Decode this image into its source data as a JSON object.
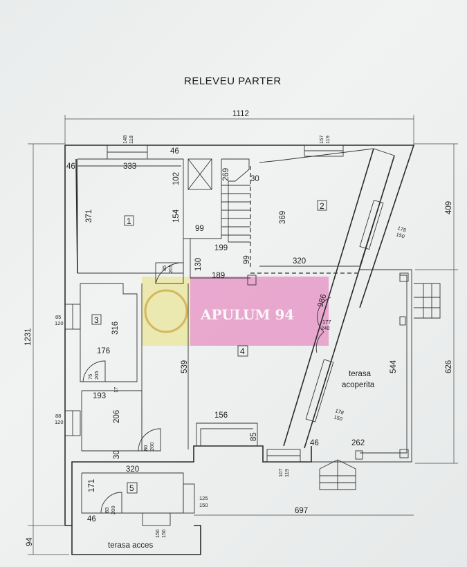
{
  "title": "RELEVEU PARTER",
  "watermark": "APULUM 94",
  "dimensions": {
    "overall_width": "1112",
    "overall_height": "1231",
    "right_top": "409",
    "right_bottom": "626",
    "bottom_94": "94",
    "r1_width": "333",
    "r1_height": "371",
    "r1_wall": "46",
    "r1_win_a": "148",
    "r1_win_b": "118",
    "stair_102": "102",
    "stair_154": "154",
    "stair_99": "99",
    "stair_269": "269",
    "stair_30": "30",
    "stair_199": "199",
    "wall_46_top": "46",
    "r2_win_a": "157",
    "r2_win_b": "119",
    "r2_369": "369",
    "r2_320": "320",
    "d_99": "99",
    "d_130": "130",
    "d_189": "189",
    "door_85": "85",
    "door_205": "205",
    "diag_986": "986",
    "win_178_a": "178",
    "win_150_a": "150",
    "door_177": "177",
    "door_240": "240",
    "r3_316": "316",
    "r3_176": "176",
    "win_85": "85",
    "win_120": "120",
    "door_75": "75",
    "door_205b": "205",
    "r4_539": "539",
    "r_193": "193",
    "r_17": "17",
    "r_206": "206",
    "win_88": "88",
    "win_120b": "120",
    "door_80": "80",
    "door_200": "200",
    "d_30": "30",
    "d_156": "156",
    "d_85": "85",
    "t_544": "544",
    "win_178_b": "178",
    "win_150_b": "150",
    "t_46": "46",
    "t_262": "262",
    "win_107": "107",
    "win_119": "119",
    "r5_320": "320",
    "r5_171": "171",
    "r5_46": "46",
    "door_83": "83",
    "door_200b": "200",
    "win_125": "125",
    "win_150c": "150",
    "d_697": "697",
    "win_150d": "150",
    "win_150e": "150"
  },
  "rooms": {
    "r1": "1",
    "r2": "2",
    "r3": "3",
    "r4": "4",
    "r5": "5"
  },
  "labels": {
    "terasa_acoperita_1": "terasa",
    "terasa_acoperita_2": "acoperita",
    "terasa_acces": "terasa acces"
  }
}
